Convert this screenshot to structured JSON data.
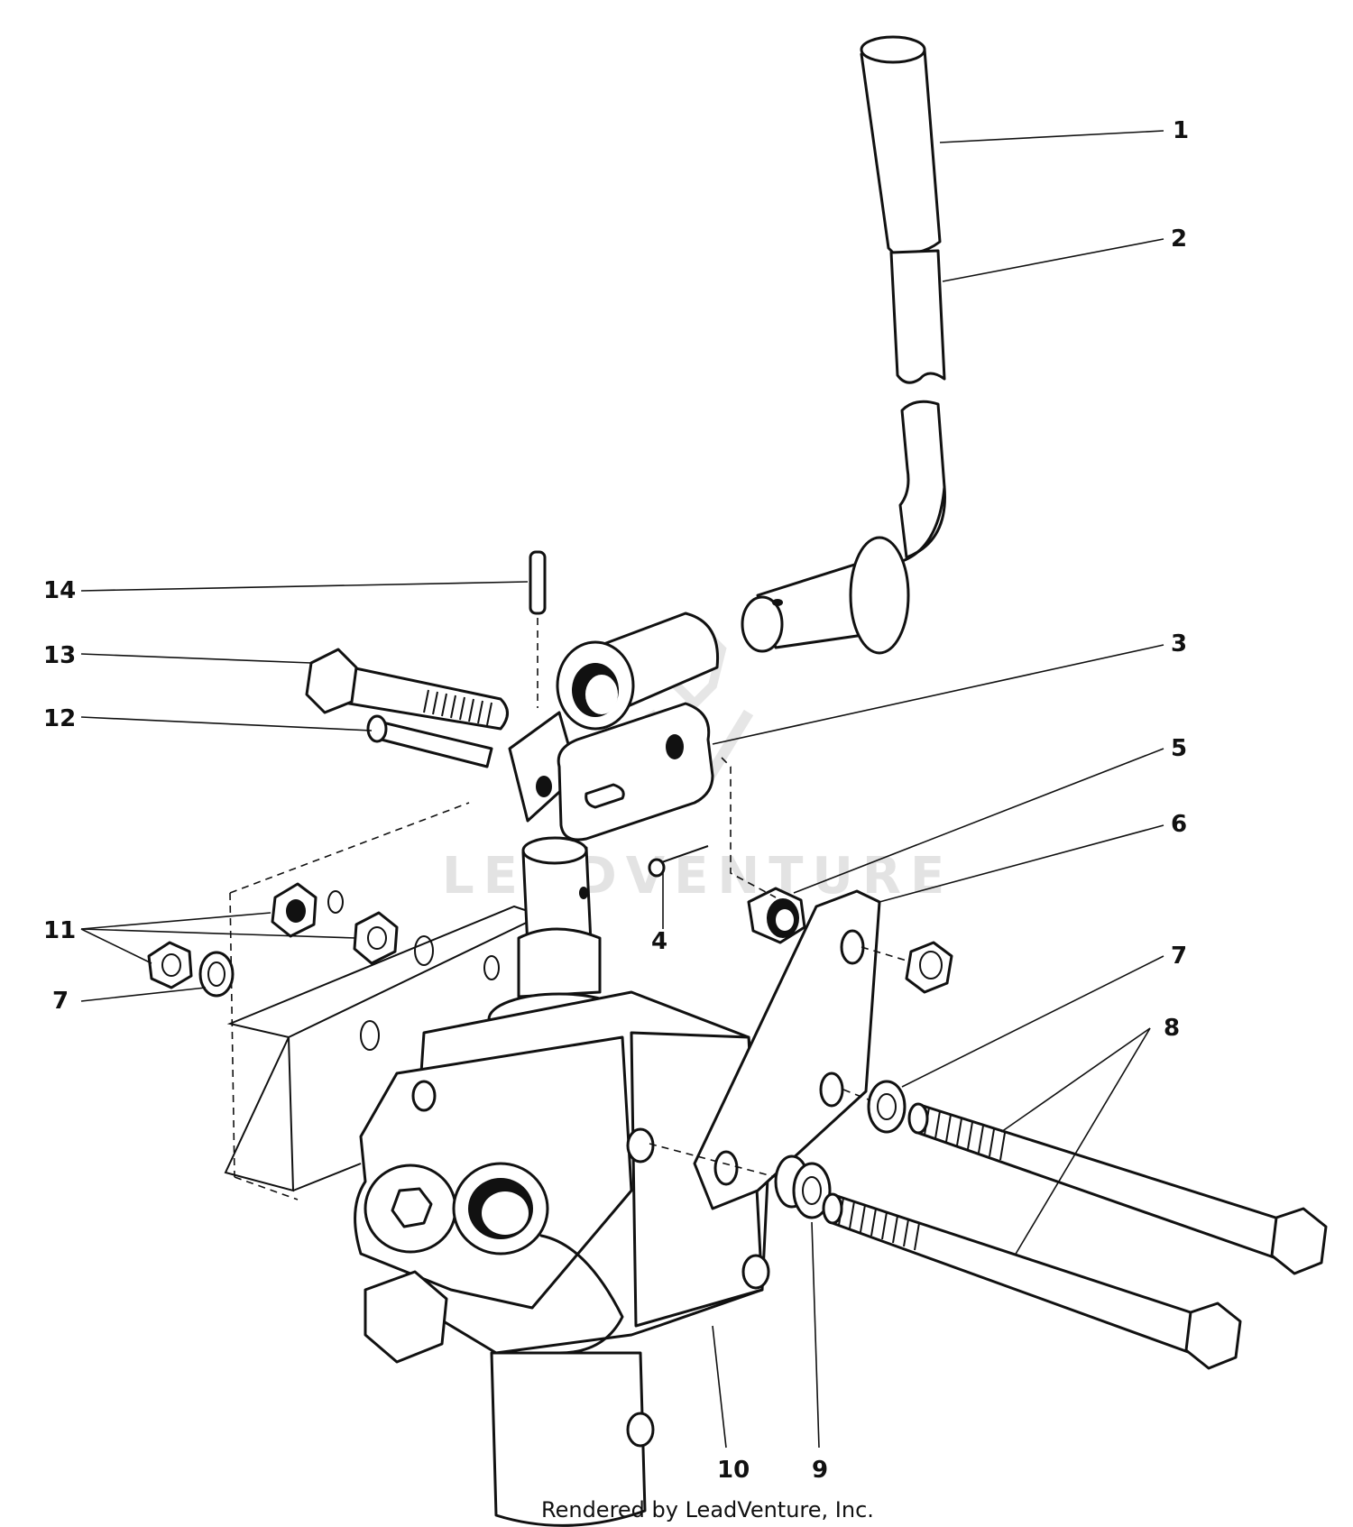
{
  "callouts": {
    "c1": "1",
    "c2": "2",
    "c3": "3",
    "c4": "4",
    "c5": "5",
    "c6": "6",
    "c7a": "7",
    "c7b": "7",
    "c8": "8",
    "c9": "9",
    "c10": "10",
    "c11": "11",
    "c12": "12",
    "c13": "13",
    "c14": "14"
  },
  "watermark": "LEADVENTURE",
  "footer": "Rendered by LeadVenture, Inc."
}
